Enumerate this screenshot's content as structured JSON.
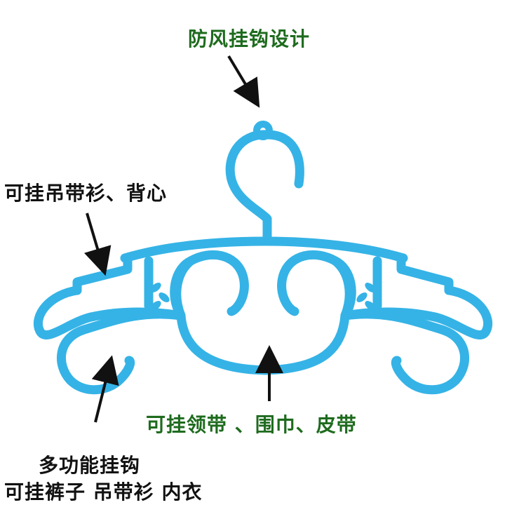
{
  "labels": {
    "windproof_hook": "防风挂钩设计",
    "strap_vest": "可挂吊带衫、背心",
    "collar_scarf_belt": "可挂领带 、围巾、皮带",
    "multi_hook_line1": "多功能挂钩",
    "multi_hook_line2": "可挂裤子 吊带衫 内衣"
  },
  "colors": {
    "hanger": "#35b3e6",
    "hanger_shade": "#1f95c8",
    "annotation_green": "#1e6b1e",
    "annotation_black": "#111111",
    "arrow": "#111111"
  }
}
